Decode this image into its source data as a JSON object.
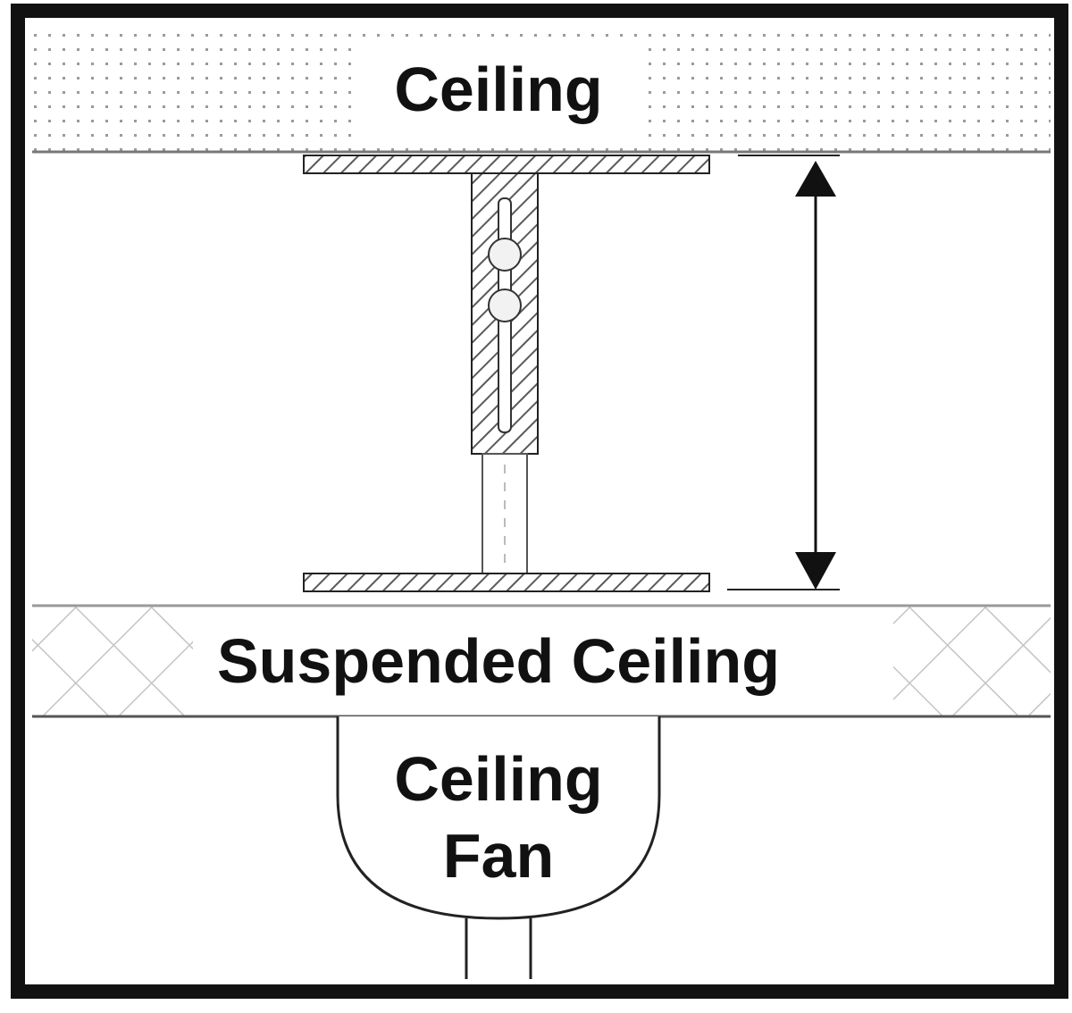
{
  "labels": {
    "ceiling": "Ceiling",
    "suspended_ceiling": "Suspended Ceiling",
    "fan_line1": "Ceiling",
    "fan_line2": "Fan"
  },
  "colors": {
    "ink": "#111111",
    "frame": "#111111",
    "background": "#ffffff",
    "dot_pattern": "#9a9a9a",
    "hatch": "#6a6a6a",
    "crosshatch": "#c4c4c4"
  }
}
